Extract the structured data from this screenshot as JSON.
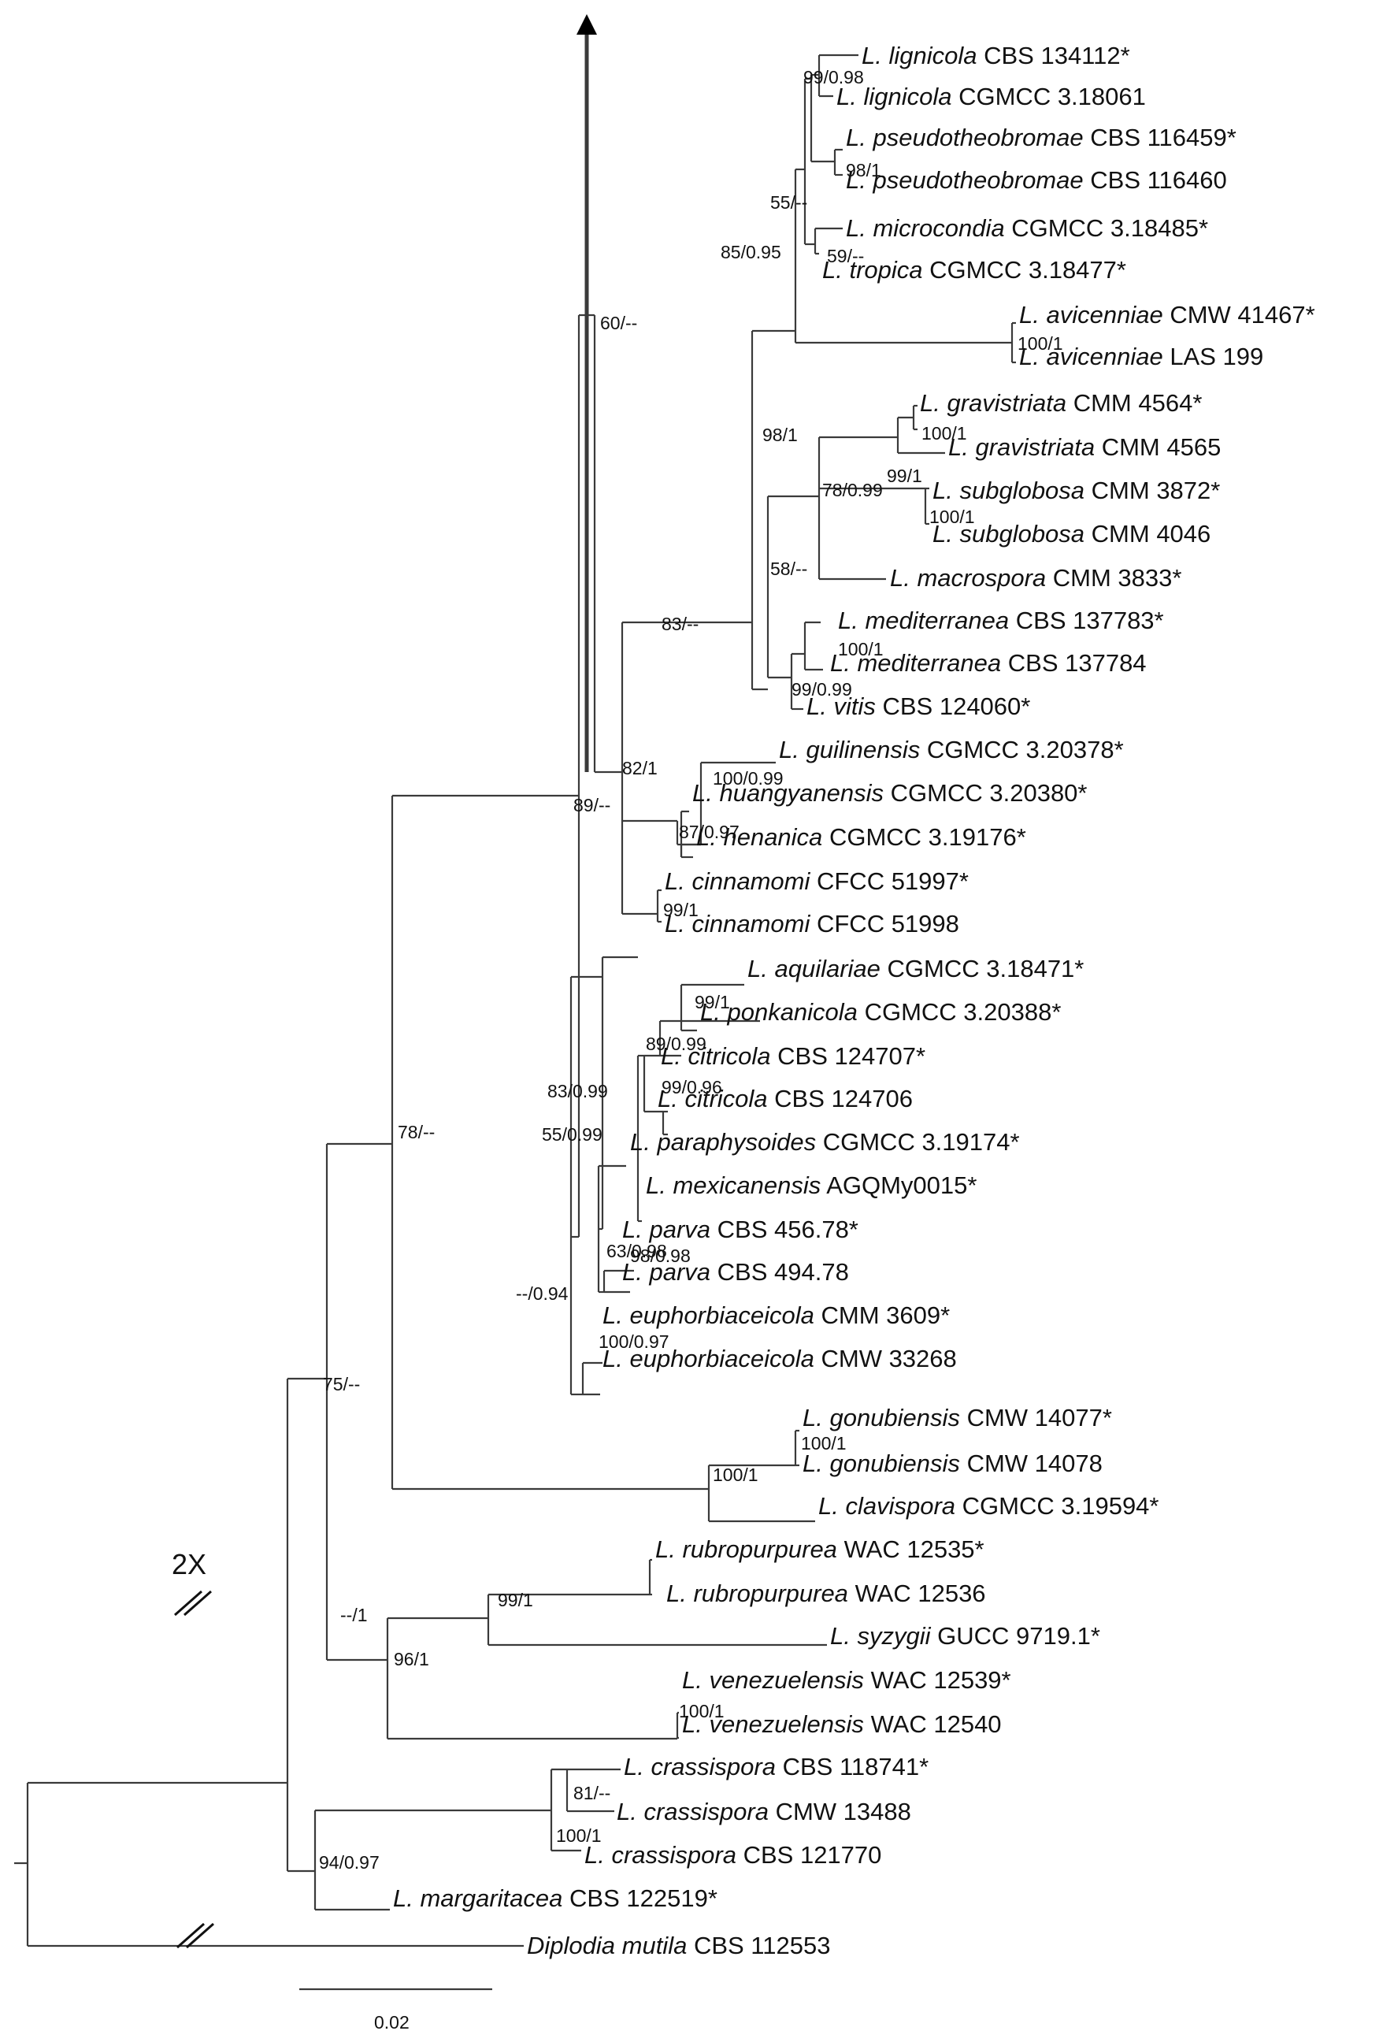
{
  "taxa": [
    {
      "genus": "L. lignicola",
      "strain": "CBS 134112*"
    },
    {
      "genus": "L. lignicola",
      "strain": "CGMCC 3.18061"
    },
    {
      "genus": "L. pseudotheobromae",
      "strain": "CBS 116459*"
    },
    {
      "genus": "L. pseudotheobromae",
      "strain": "CBS 116460"
    },
    {
      "genus": "L. microcondia",
      "strain": "CGMCC 3.18485*"
    },
    {
      "genus": "L. tropica",
      "strain": "CGMCC 3.18477*"
    },
    {
      "genus": "L. avicenniae",
      "strain": "CMW 41467*"
    },
    {
      "genus": "L. avicenniae",
      "strain": "LAS 199"
    },
    {
      "genus": "L. gravistriata",
      "strain": "CMM 4564*"
    },
    {
      "genus": "L. gravistriata",
      "strain": "CMM 4565"
    },
    {
      "genus": "L. subglobosa",
      "strain": "CMM 3872*"
    },
    {
      "genus": "L. subglobosa",
      "strain": "CMM 4046"
    },
    {
      "genus": "L. macrospora",
      "strain": "CMM 3833*"
    },
    {
      "genus": "L. mediterranea",
      "strain": "CBS 137783*"
    },
    {
      "genus": "L. mediterranea",
      "strain": "CBS 137784"
    },
    {
      "genus": "L. vitis",
      "strain": "CBS 124060*"
    },
    {
      "genus": "L. guilinensis",
      "strain": "CGMCC 3.20378*"
    },
    {
      "genus": "L. huangyanensis",
      "strain": " CGMCC 3.20380*"
    },
    {
      "genus": "L. henanica",
      "strain": "CGMCC 3.19176*"
    },
    {
      "genus": "L. cinnamomi",
      "strain": "CFCC 51997*"
    },
    {
      "genus": "L. cinnamomi",
      "strain": "CFCC 51998"
    },
    {
      "genus": "L. aquilariae",
      "strain": "CGMCC 3.18471*"
    },
    {
      "genus": "L. ponkanicola",
      "strain": "CGMCC 3.20388*"
    },
    {
      "genus": "L. citricola",
      "strain": "CBS 124707*"
    },
    {
      "genus": "L. citricola",
      "strain": "CBS 124706"
    },
    {
      "genus": "L. paraphysoides",
      "strain": "CGMCC 3.19174*"
    },
    {
      "genus": "L. mexicanensis",
      "strain": "AGQMy0015*"
    },
    {
      "genus": "L. parva",
      "strain": "CBS 456.78*"
    },
    {
      "genus": "L. parva",
      "strain": "CBS 494.78"
    },
    {
      "genus": "L. euphorbiaceicola",
      "strain": "CMM 3609*"
    },
    {
      "genus": "L. euphorbiaceicola",
      "strain": "CMW 33268"
    },
    {
      "genus": "L. gonubiensis",
      "strain": "CMW 14077*"
    },
    {
      "genus": "L. gonubiensis",
      "strain": "CMW 14078"
    },
    {
      "genus": "L. clavispora",
      "strain": "CGMCC 3.19594*"
    },
    {
      "genus": "L. rubropurpurea",
      "strain": "WAC 12535*"
    },
    {
      "genus": "L. rubropurpurea",
      "strain": "WAC 12536"
    },
    {
      "genus": "L. syzygii",
      "strain": "GUCC 9719.1*"
    },
    {
      "genus": "L. venezuelensis",
      "strain": "WAC 12539*"
    },
    {
      "genus": "L. venezuelensis",
      "strain": "WAC 12540"
    },
    {
      "genus": "L. crassispora",
      "strain": "CBS 118741*"
    },
    {
      "genus": "L. crassispora",
      "strain": "CMW 13488"
    },
    {
      "genus": "L. crassispora",
      "strain": "CBS 121770"
    },
    {
      "genus": "L. margaritacea",
      "strain": "CBS 122519*"
    },
    {
      "genus": "Diplodia mutila",
      "strain": "CBS 112553"
    }
  ],
  "support": [
    "99/0.98",
    "98/1",
    "55/--",
    "59/--",
    "85/0.95",
    "100/1",
    "60/--",
    "100/1",
    "99/1",
    "100/1",
    "78/0.99",
    "98/1",
    "58/--",
    "100/1",
    "99/0.99",
    "83/--",
    "82/1",
    "100/0.99",
    "87/0.97",
    "99/1",
    "89/--",
    "99/1",
    "89/0.99",
    "99/0.96",
    "83/0.99",
    "55/0.99",
    "63/0.98",
    "98/0.98",
    "--/0.94",
    "100/0.97",
    "78/--",
    "100/1",
    "75/--",
    "100/1",
    "99/1",
    "--/1",
    "96/1",
    "100/1",
    "81/--",
    "100/1",
    "94/0.97"
  ],
  "break_label": "2X",
  "scale_label": "0.02"
}
